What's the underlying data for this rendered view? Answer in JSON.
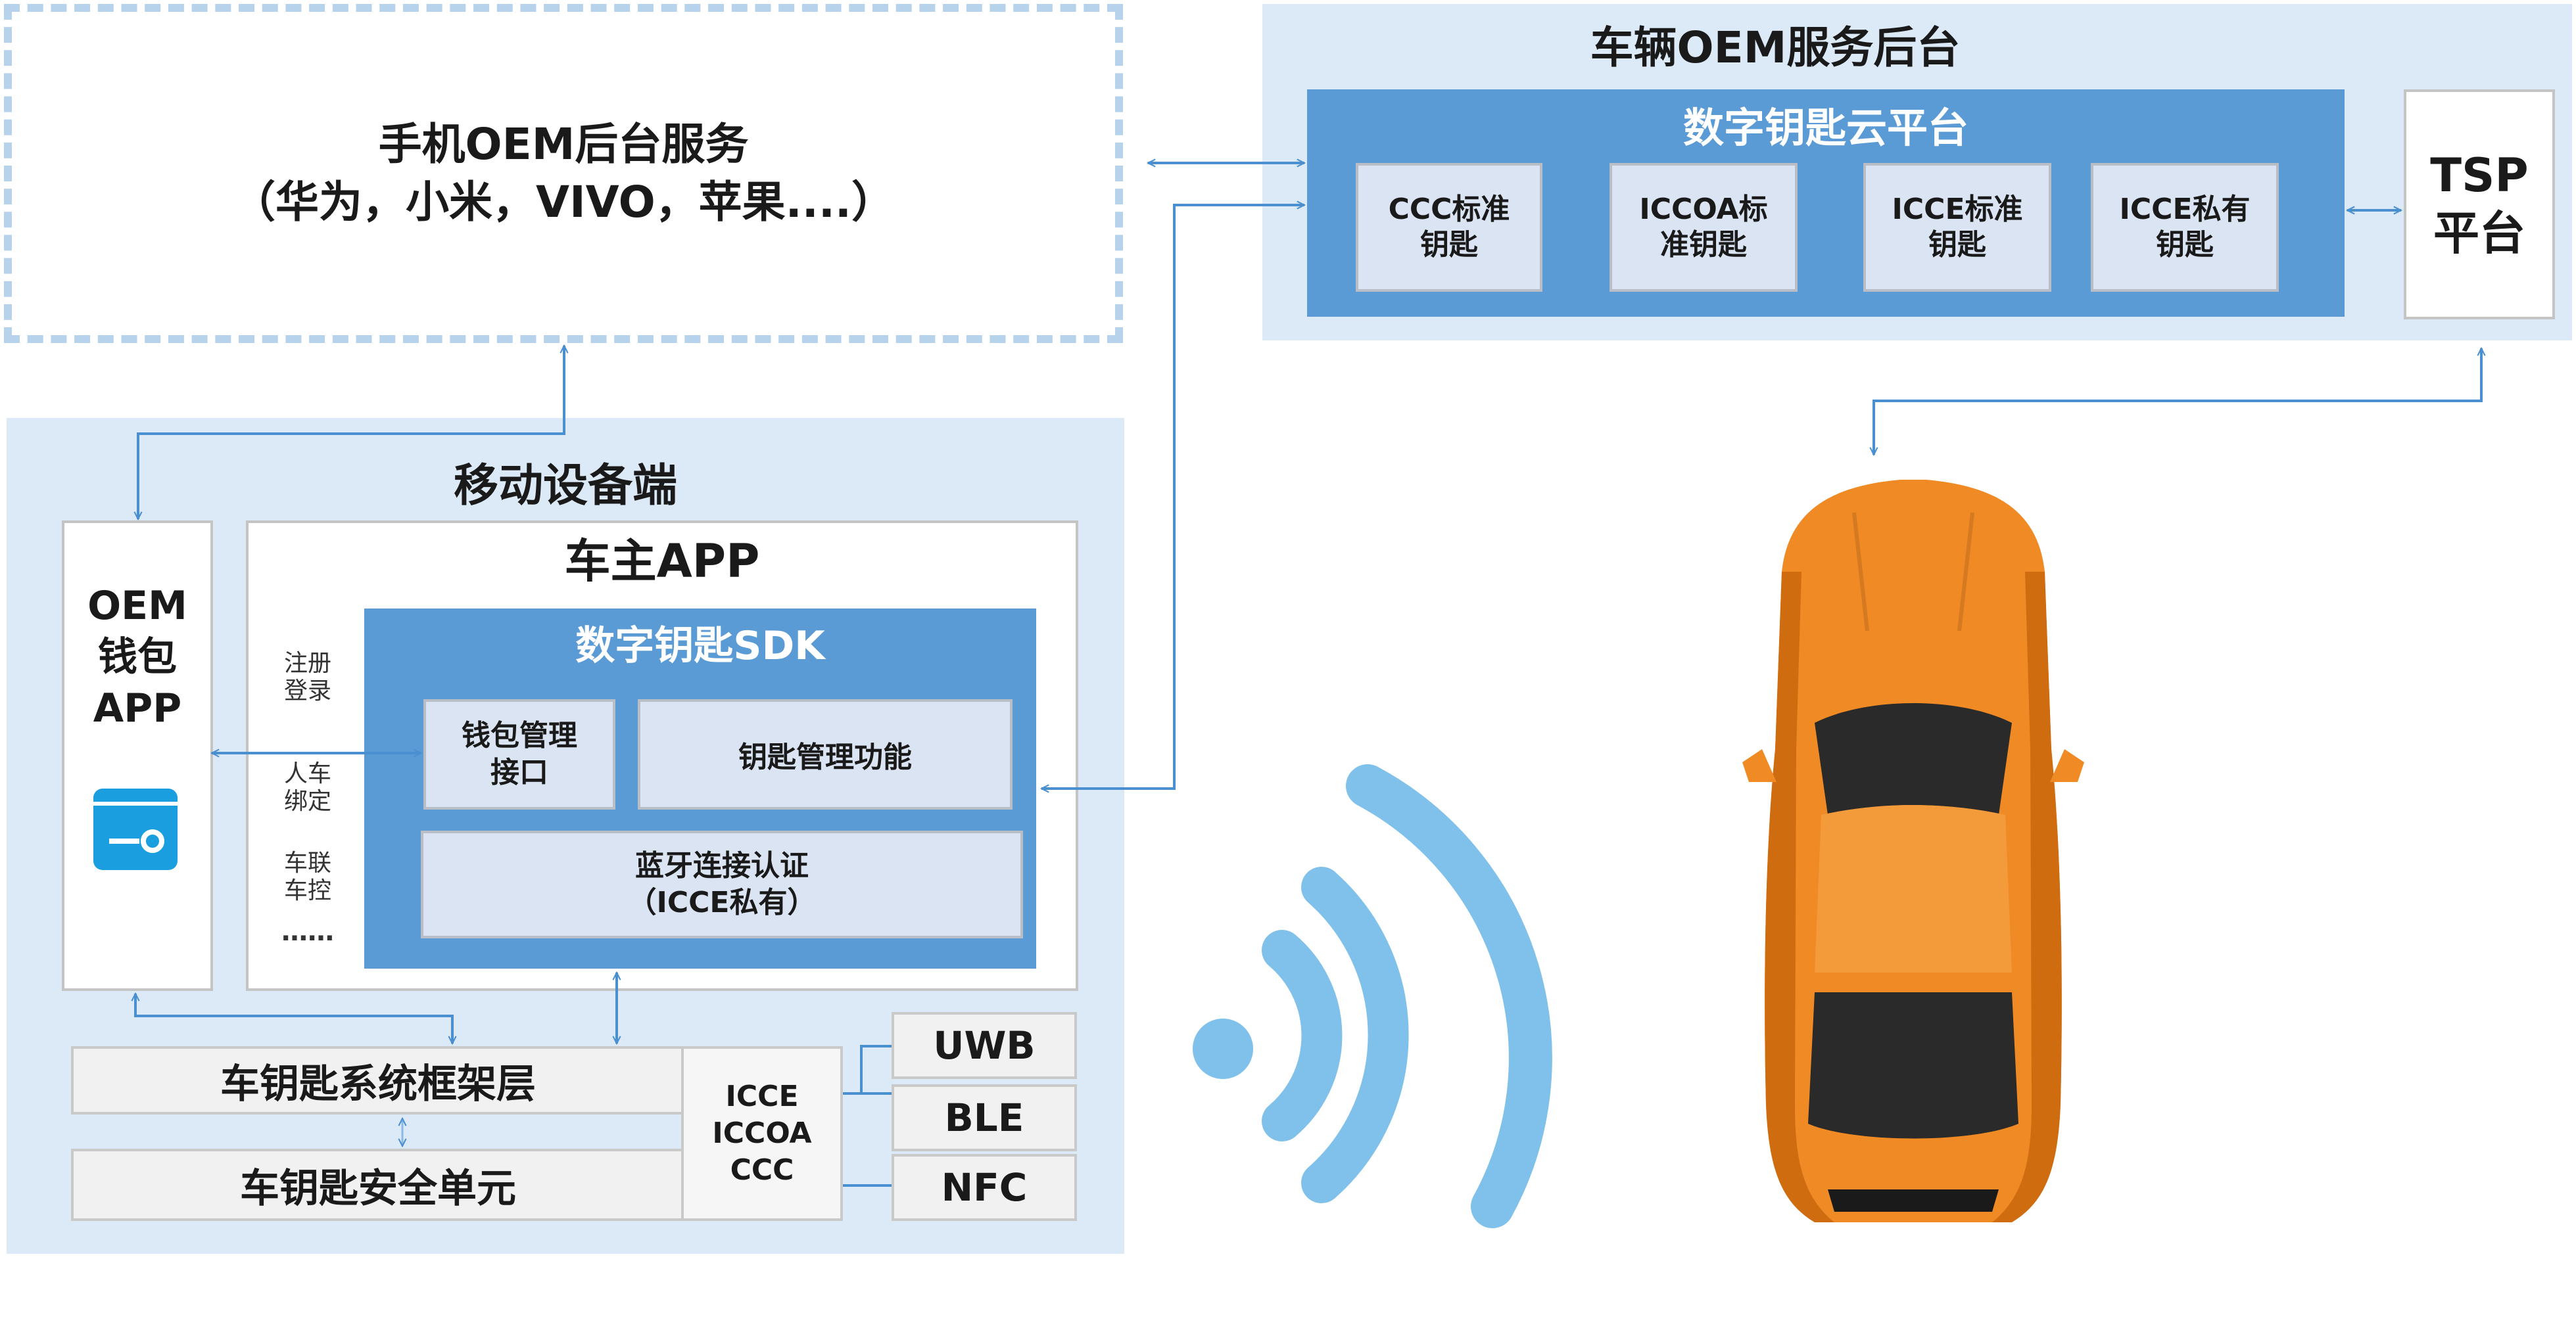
{
  "phone_oem": {
    "line1": "手机OEM后台服务",
    "line2": "（华为，小米，VIVO，苹果....）"
  },
  "vehicle_oem": {
    "title": "车辆OEM服务后台",
    "cloud_title": "数字钥匙云平台",
    "keys": [
      {
        "line1": "CCC标准",
        "line2": "钥匙"
      },
      {
        "line1": "ICCOA标",
        "line2": "准钥匙"
      },
      {
        "line1": "ICCE标准",
        "line2": "钥匙"
      },
      {
        "line1": "ICCE私有",
        "line2": "钥匙"
      }
    ],
    "tsp": {
      "line1": "TSP",
      "line2": "平台"
    }
  },
  "mobile": {
    "title": "移动设备端",
    "wallet": {
      "line1": "OEM",
      "line2": "钱包",
      "line3": "APP",
      "icon": "wallet-key-icon",
      "icon_color": "#1a9ee0"
    },
    "owner_app": {
      "title": "车主APP",
      "side_labels": [
        {
          "line1": "注册",
          "line2": "登录"
        },
        {
          "line1": "人车",
          "line2": "绑定"
        },
        {
          "line1": "车联",
          "line2": "车控"
        }
      ],
      "ellipsis": "……",
      "sdk": {
        "title": "数字钥匙SDK",
        "wallet_api": {
          "line1": "钱包管理",
          "line2": "接口"
        },
        "key_mgmt": "钥匙管理功能",
        "bluetooth": {
          "line1": "蓝牙连接认证",
          "line2": "（ICCE私有）"
        }
      }
    },
    "framework": "车钥匙系统框架层",
    "secure_element": "车钥匙安全单元",
    "standards": {
      "line1": "ICCE",
      "line2": "ICCOA",
      "line3": "CCC"
    },
    "radios": [
      "UWB",
      "BLE",
      "NFC"
    ]
  },
  "colors": {
    "region": "#dce9f6",
    "cloud_blue": "#5b9bd5",
    "wifi": "#7fc1ea",
    "arrow": "#4a8fd0",
    "car": "#f08a24"
  }
}
